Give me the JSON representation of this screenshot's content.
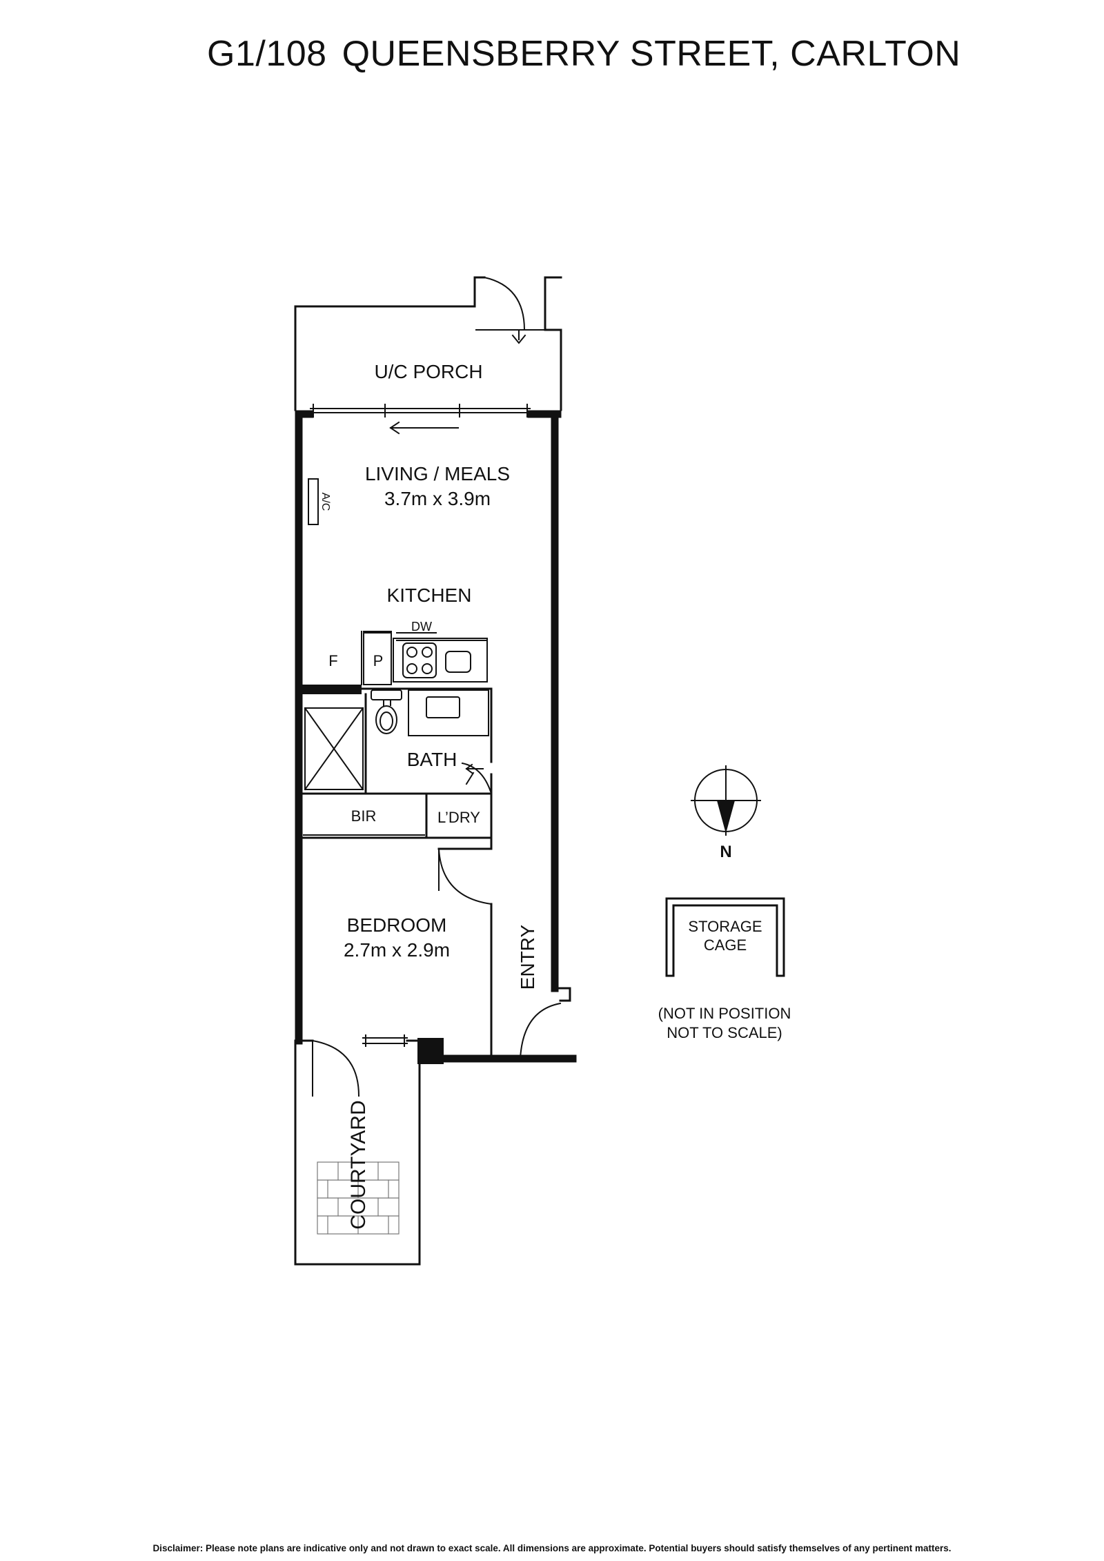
{
  "title": {
    "unit": "G1/108",
    "street": "QUEENSBERRY STREET, CARLTON"
  },
  "rooms": {
    "porch": "U/C PORCH",
    "living": {
      "name": "LIVING / MEALS",
      "size": "3.7m x 3.9m"
    },
    "kitchen": "KITCHEN",
    "bath": "BATH",
    "bir": "BIR",
    "laundry": "L’DRY",
    "bedroom": {
      "name": "BEDROOM",
      "size": "2.7m x 2.9m"
    },
    "entry": "ENTRY",
    "courtyard": "COURTYARD"
  },
  "fixtures": {
    "ac": "A/C",
    "dw": "DW",
    "fridge": "F",
    "pantry": "P"
  },
  "compass": {
    "label": "N",
    "icon": "north-arrow-icon"
  },
  "storage": {
    "line1": "STORAGE",
    "line2": "CAGE",
    "note1": "(NOT IN POSITION",
    "note2": "NOT TO SCALE)"
  },
  "disclaimer": "Disclaimer: Please note plans are indicative only and not drawn to exact scale. All dimensions are approximate. Potential buyers should satisfy themselves of any pertinent matters."
}
